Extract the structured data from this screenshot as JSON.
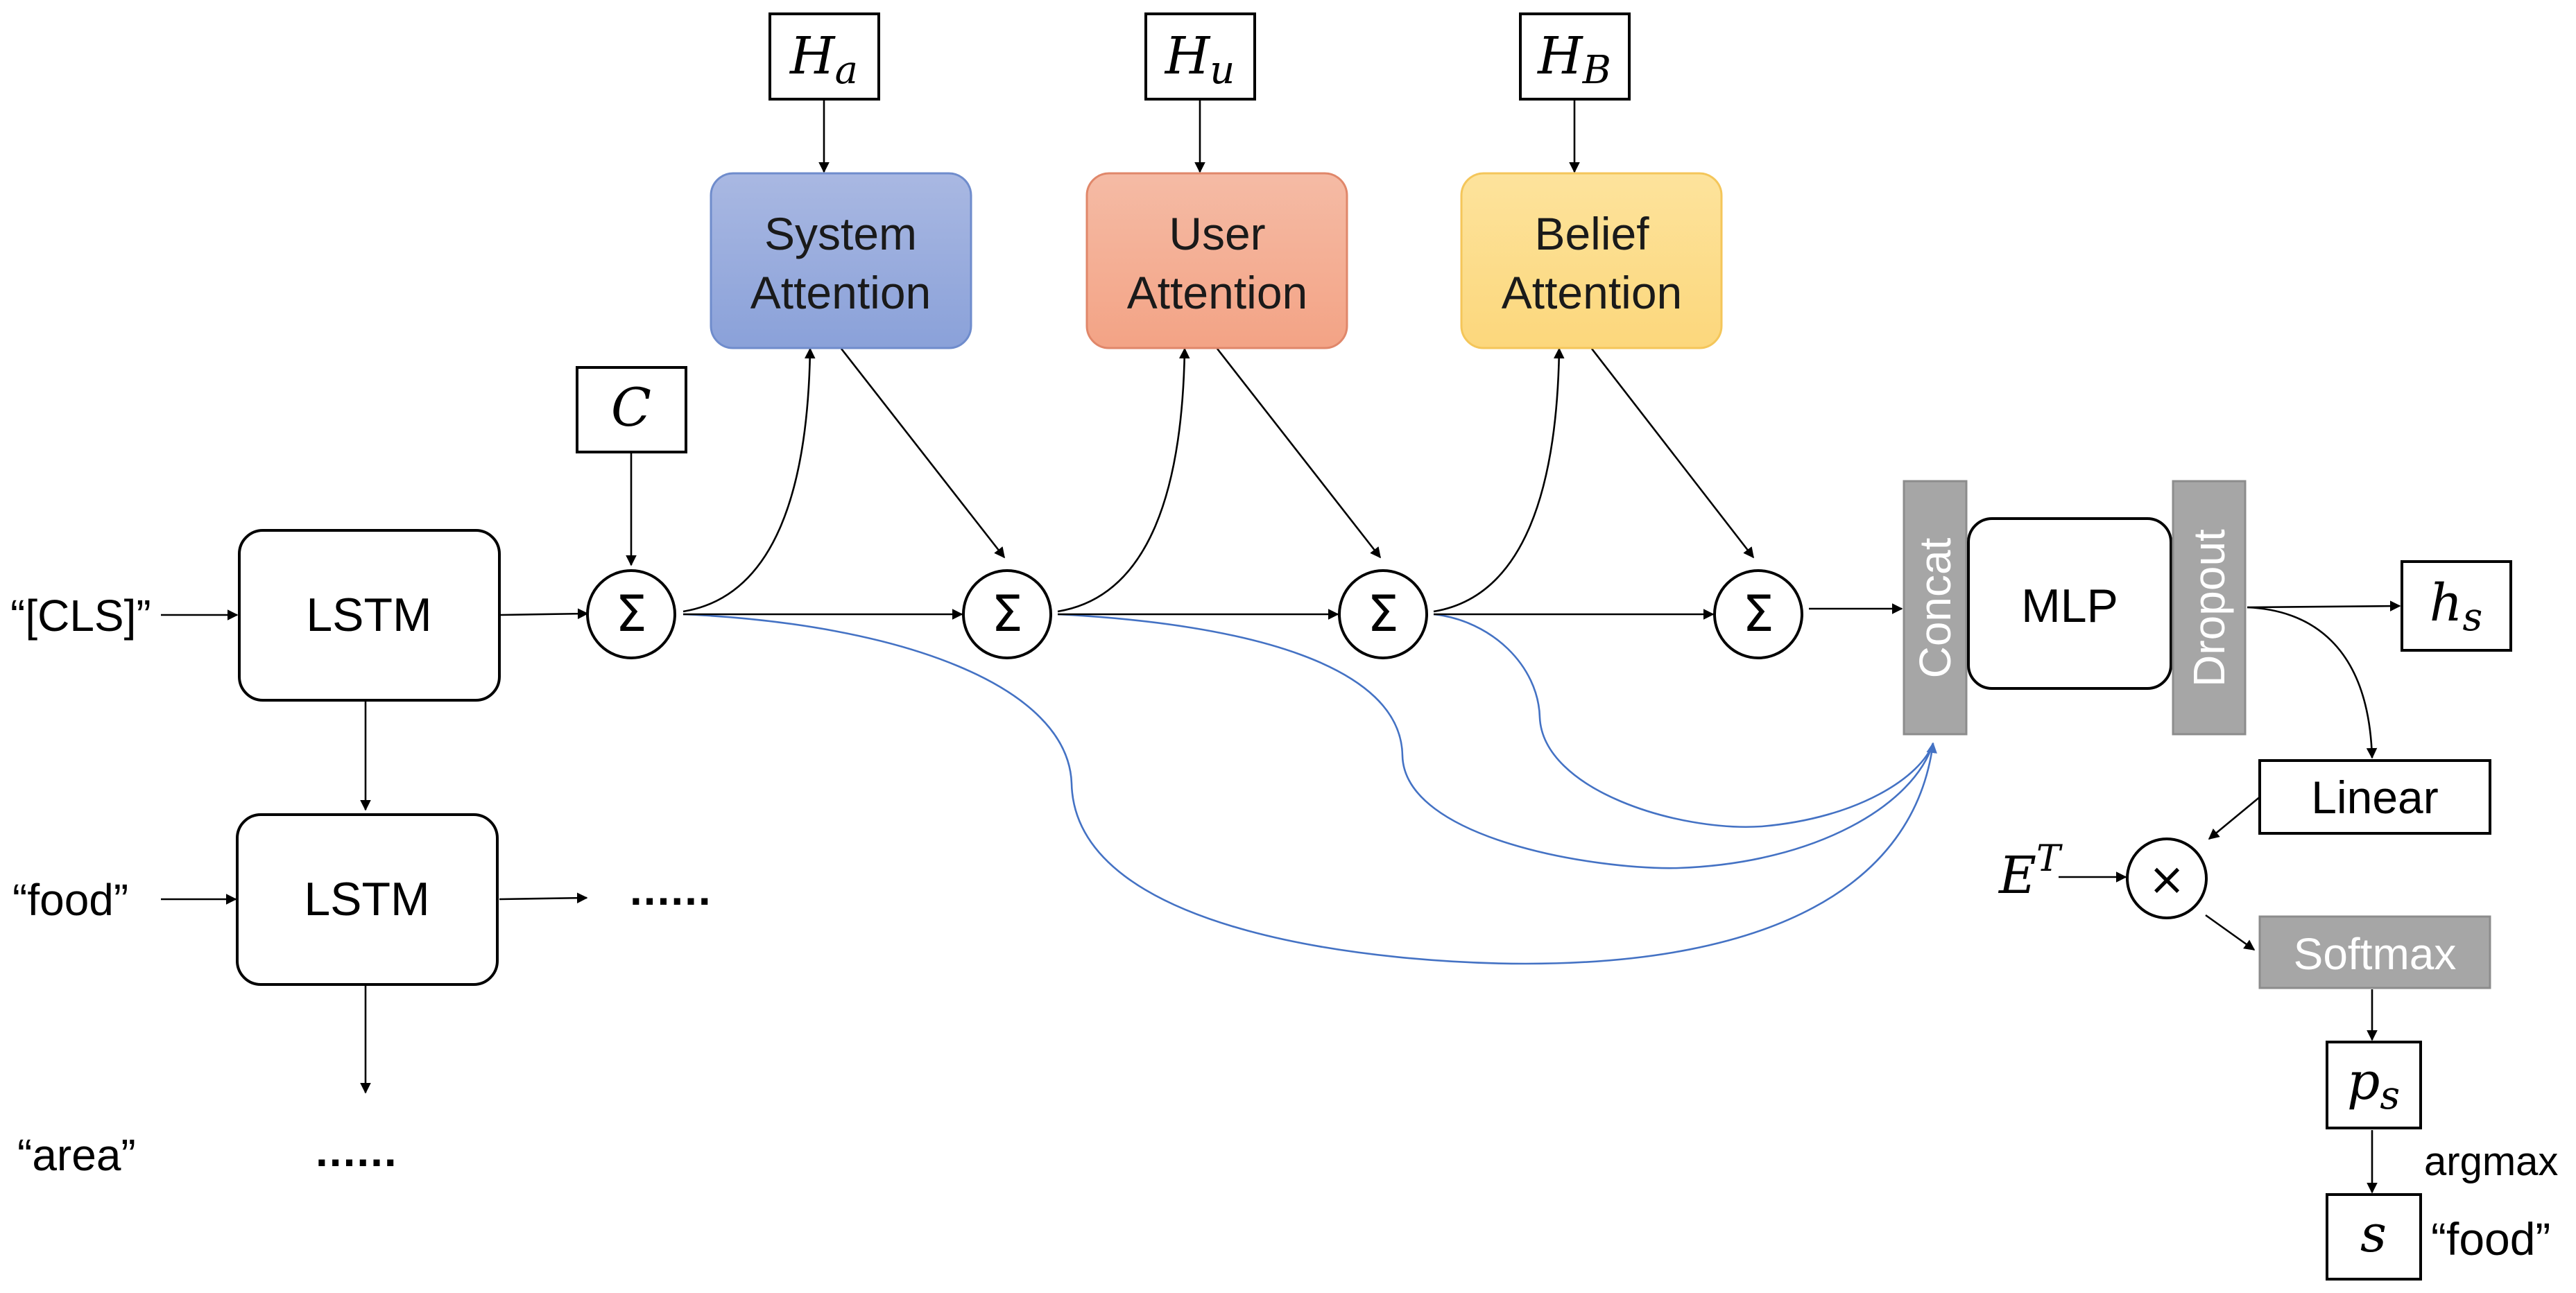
{
  "inputs": {
    "cls": "“[CLS]”",
    "food": "“food”",
    "area": "“area”",
    "ellipsis_right": "......",
    "ellipsis_down": "......"
  },
  "lstm": {
    "label1": "LSTM",
    "label2": "LSTM"
  },
  "context": {
    "symbol": "C"
  },
  "memories": [
    {
      "base": "H",
      "sub": "a"
    },
    {
      "base": "H",
      "sub": "u"
    },
    {
      "base": "H",
      "sub": "B"
    }
  ],
  "attention": [
    {
      "line1": "System",
      "line2": "Attention",
      "color_top": "#a9b8e2",
      "color_bottom": "#8aa1d9",
      "stroke": "#6f8ccc"
    },
    {
      "line1": "User",
      "line2": "Attention",
      "color_top": "#f5bba5",
      "color_bottom": "#f3a385",
      "stroke": "#e0876a"
    },
    {
      "line1": "Belief",
      "line2": "Attention",
      "color_top": "#fde39c",
      "color_bottom": "#fcd77c",
      "stroke": "#f4c65a"
    }
  ],
  "sum_symbol": "Σ",
  "concat": "Concat",
  "mlp": "MLP",
  "dropout": "Dropout",
  "hidden": {
    "base": "h",
    "sub": "s"
  },
  "linear": "Linear",
  "embedding": {
    "base": "E",
    "sup": "T"
  },
  "times_symbol": "×",
  "softmax": "Softmax",
  "prob": {
    "base": "p",
    "sub": "s"
  },
  "argmax": "argmax",
  "slot": {
    "symbol": "s",
    "value": "“food”"
  },
  "colors": {
    "edge": "#000000",
    "skip": "#4472c4",
    "gray_block": "#a6a6a6"
  }
}
